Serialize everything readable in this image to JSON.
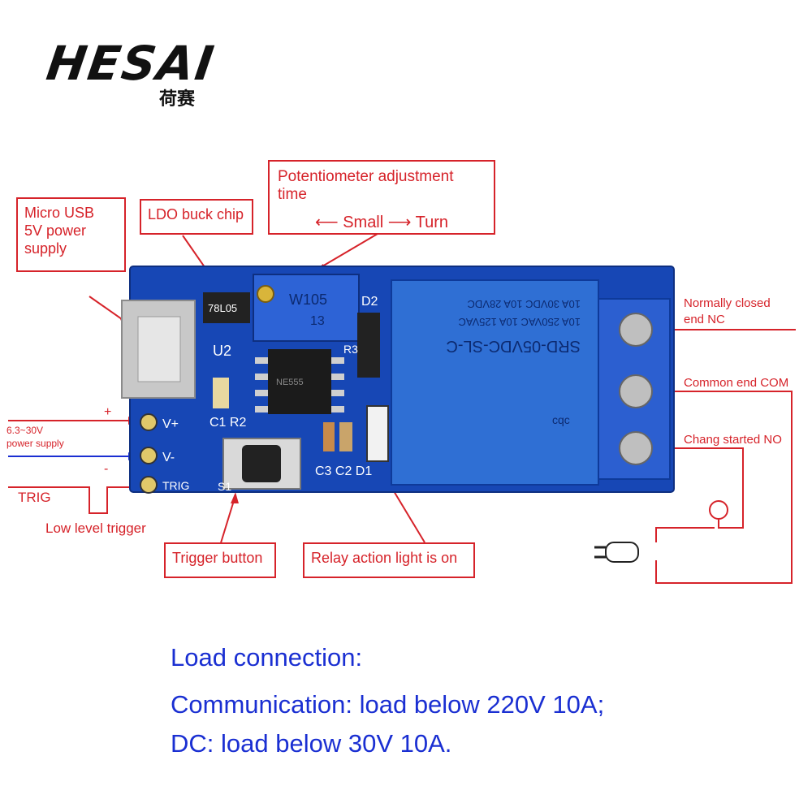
{
  "brand": {
    "name": "HESAI",
    "chinese": "荷赛"
  },
  "callouts": {
    "micro_usb": [
      "Micro USB",
      "5V power",
      "supply"
    ],
    "ldo": "LDO buck chip",
    "potentiometer": {
      "title": "Potentiometer adjustment time",
      "small": "Small",
      "turn": "Turn"
    },
    "trigger_button": "Trigger button",
    "relay_light": "Relay action light is on"
  },
  "left_labels": {
    "plus": "+",
    "minus": "-",
    "supply_range": "6.3~30V",
    "supply_text": "power supply",
    "trig": "TRIG",
    "low_level": "Low level trigger"
  },
  "right_labels": {
    "nc": [
      "Normally closed",
      "end NC"
    ],
    "com": "Common end COM",
    "no": "Chang started NO"
  },
  "board": {
    "chip_78": "78L05",
    "u2": "U2",
    "pot_code": "W105",
    "pot_num": "13",
    "d2": "D2",
    "ne555": "NE555",
    "c1r2": "C1 R2",
    "r3": "R3",
    "c3c2d1": "C3 C2 D1",
    "s1": "S1",
    "pin_vplus": "V+",
    "pin_vminus": "V-",
    "pin_trig": "TRIG",
    "relay_lines": [
      "SRD-05VDC-SL-C",
      "10A 250VAC  10A 125VAC",
      "10A 30VDC  10A 28VDC"
    ],
    "relay_mark": "cqc"
  },
  "notes": {
    "line1": "Load connection:",
    "line2": "Communication: load below 220V 10A;",
    "line3": "DC: load below 30V 10A."
  },
  "colors": {
    "callout": "#d6232a",
    "pcb": "#1747b5",
    "relay": "#2f6fd4",
    "note_blue": "#1a2fd2"
  }
}
